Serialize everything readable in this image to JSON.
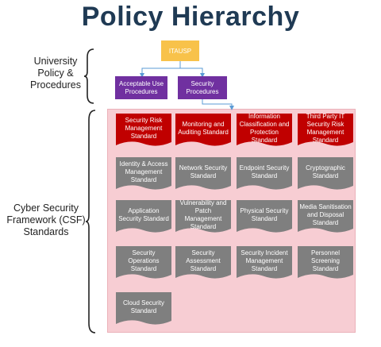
{
  "title": "Policy Hierarchy",
  "side_labels": {
    "university": [
      "University",
      "Policy &",
      "Procedures"
    ],
    "csf": [
      "Cyber Security",
      "Framework (CSF)",
      "Standards"
    ]
  },
  "top_node": "ITAUSP",
  "procedures": [
    "Acceptable Use Procedures",
    "Security Procedures"
  ],
  "red_standards": [
    "Security Risk Management Standard",
    "Monitoring and Auditing Standard",
    "Information Classification and Protection Standard",
    "Third Party IT Security Risk Management Standard"
  ],
  "grey_standards": [
    "Identity & Access Management Standard",
    "Network Security Standard",
    "Endpoint Security Standard",
    "Cryptographic Standard",
    "Application Security Standard",
    "Vulnerability and Patch Management Standard",
    "Physical Security Standard",
    "Media Sanitisation and Disposal Standard",
    "Security Operations Standard",
    "Security Assessment Standard",
    "Security Incident Management Standard",
    "Personnel Screening Standard",
    "Cloud Security Standard"
  ],
  "colors": {
    "title": "#1f3a54",
    "top_node": "#f8c24a",
    "procedure": "#7030a0",
    "red": "#c00000",
    "grey": "#7f7f7f",
    "panel": "#f7cdd3",
    "connector": "#5b9bd5"
  }
}
